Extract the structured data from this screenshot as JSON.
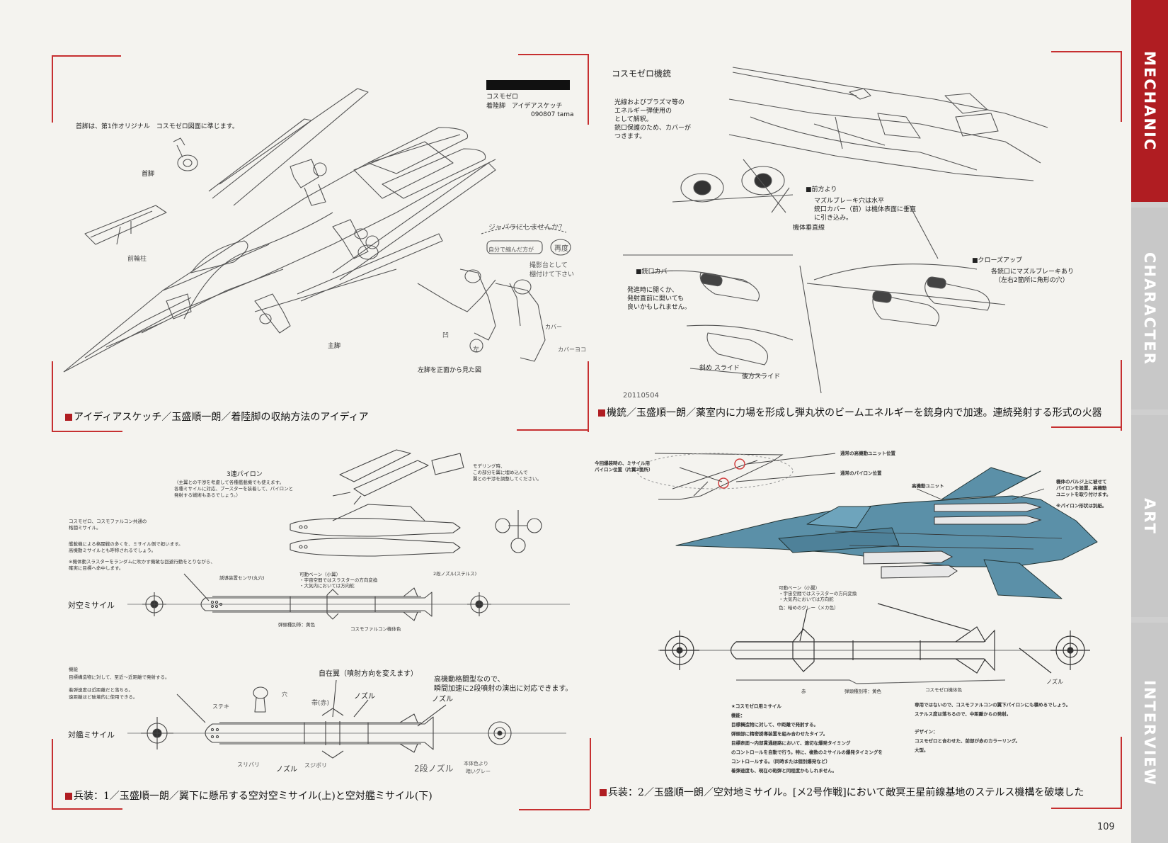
{
  "sidebar": {
    "tabs": [
      {
        "label": "MECHANIC",
        "active": true
      },
      {
        "label": "CHARACTER",
        "active": false
      },
      {
        "label": "ART",
        "active": false
      },
      {
        "label": "INTERVIEW",
        "active": false
      }
    ]
  },
  "page_number": "109",
  "colors": {
    "accent": "#b01d22",
    "crop_mark": "#c62f30",
    "tab_gray": "#c8c8c8",
    "blue_render": "#5b90a8"
  },
  "panel1": {
    "caption": "アイディアスケッチ／玉盛順一朗／着陸脚の収納方法のアイディア",
    "sheet_title": "コスモゼロ",
    "sheet_subtitle": "着陸脚　アイデアスケッチ",
    "sheet_date": "090807 tama",
    "note_nose_gear": "首脚は、第1作オリジナル　コスモゼロ図面に準じます。",
    "label_nose_gear": "首脚",
    "label_main_gear": "主脚",
    "label_left_leg": "左脚を正面から見た図",
    "hand_notes": [
      "ジャバラにしませんか？",
      "自分で縮んだ方が",
      "再度",
      "撮影台として",
      "棚付けて下さい",
      "前輪柱",
      "カバー",
      "カバーヨコ",
      "凹",
      "左"
    ]
  },
  "panel2": {
    "caption": "機銃／玉盛順一朗／薬室内に力場を形成し弾丸状のビームエネルギーを銃身内で加速。連続発射する形式の火器",
    "title": "コスモゼロ機銃",
    "desc": [
      "光線およびプラズマ等の",
      "エネルギー弾使用の",
      "として解釈。",
      "銃口保護のため、カバーが",
      "つきます。"
    ],
    "front_title": "■前方より",
    "front_desc": [
      "マズルブレーキ穴は水平",
      "銃口カバー（前）は機体表面に垂直",
      "に引き込み。"
    ],
    "vertical_label": "機体垂直線",
    "cover_title": "■銃口カバー",
    "cover_desc": [
      "発進時に開くか、",
      "発射直前に開いても",
      "良いかもしれません。"
    ],
    "closeup_title": "■クローズアップ",
    "closeup_desc": [
      "各銃口にマズルブレーキあり",
      "（左右2箇所に角形の穴）"
    ],
    "slide_diagonal": "斜め スライド",
    "slide_back": "後方スライド",
    "date": "20110504"
  },
  "panel3": {
    "caption": "兵装：1／玉盛順一朗／翼下に懸吊する空対空ミサイル(上)と空対艦ミサイル(下)",
    "pylon_title": "3連パイロン",
    "pylon_desc": [
      "（主翼との干渉を考慮して各種艦載機でも使えます。",
      "各種ミサイルに対応、ブースターを装着して、パイロンと",
      "発射する戦術もあるでしょう。）"
    ],
    "modeling_note": [
      "モデリング時、",
      "この部分を翼に埋め込んで",
      "翼との干渉を調整してください。"
    ],
    "intro": [
      "コスモゼロ、コスモファルコン共通の",
      "格闘ミサイル。"
    ],
    "intro2": [
      "艦載機による格闘戦の多くを、ミサイル側で担います。",
      "高機動ミサイルとも呼称されるでしょう。"
    ],
    "intro3": [
      "※機体動スラスターをランダムに吹かす機敏な回避行動をとりながら、",
      "確実に目標へ命中します。"
    ],
    "aam_label": "対空ミサイル",
    "aam_sensor": "誘導装置センサ(丸穴)",
    "aam_vane": [
      "可動ベーン（小翼）",
      "・宇宙空間ではスラスターの方向変換",
      "・大気内においては方向舵"
    ],
    "aam_nozzle": "2段ノズル(ステルス)",
    "aam_body": "弾頭種別帯：黄色",
    "aam_color": "コスモファルコン機体色",
    "function_title": "機能",
    "function_desc": [
      "目標構造物に対して、至近～近距離で発射する。",
      "着弾速度は近距離だと落ちる。",
      "遠距離ほど破壊的に使用できる。"
    ],
    "asm_label": "対艦ミサイル",
    "asm_wing": "自在翼（噴射方向を変えます）",
    "asm_nozzle": "ノズル",
    "asm_highmob": [
      "高機動格闘型なので、",
      "瞬間加速に2段噴射の演出に対応できます。"
    ],
    "asm_nozzle2": "ノズル",
    "asm_nozzle3": "ノズル",
    "asm_two_stage": "2段ノズル",
    "hand_notes": [
      "ステキ",
      "穴",
      "スリバリ",
      "スジボリ",
      "帯(赤)",
      "本体色より",
      "暗いグレー"
    ]
  },
  "panel4": {
    "caption": "兵装：2／玉盛順一朗／空対地ミサイル。[メ2号作戦]において敵冥王星前線基地のステルス機構を破壊した",
    "normal_unit": "通常の高機動ユニット位置",
    "normal_pylon": "通常のパイロン位置",
    "this_missile": [
      "今回爆装時の、ミサイル用",
      "パイロン位置（片翼2箇所）"
    ],
    "highmob_unit": "高機動ユニット",
    "fuselage_note": [
      "機体のバルジ上に被せて",
      "パイロンを設置、高機動",
      "ユニットを取り付けます。"
    ],
    "pylon_shape": "※パイロン形状は別紙。",
    "vane": [
      "可動ベーン（小翼）",
      "・宇宙空間ではスラスターの方向変換",
      "・大気内においては方向舵"
    ],
    "color_note": "色：暗めのグレー（メカ色）",
    "nozzle": "ノズル",
    "red_band": "赤",
    "warhead_band": "弾頭種別帯：黄色",
    "body_color": "コスモゼロ機体色",
    "spec_title": "★コスモゼロ用ミサイル",
    "spec": [
      "機能：",
      "目標構造物に対して、中距離で発射する。",
      "弾頭部に精密誘導装置を組み合わせたタイプ。",
      "目標表面～内部貫通経路において、適切な爆発タイミング",
      "のコントロールを自動で行う。特に、複数のミサイルの爆発タイミングを",
      "コントロールする。（同時または個別爆発など）",
      "着弾速度も、現在の砲弾と同程度かもしれません。"
    ],
    "spec2": [
      "専用ではないので、コスモファルコンの翼下パイロンにも積めるでしょう。",
      "ステルス度は落ちるので、中距離からの発射。"
    ],
    "design": [
      "デザイン：",
      "コスモゼロと合わせた、前部が赤のカラーリング。",
      "大型。"
    ]
  }
}
